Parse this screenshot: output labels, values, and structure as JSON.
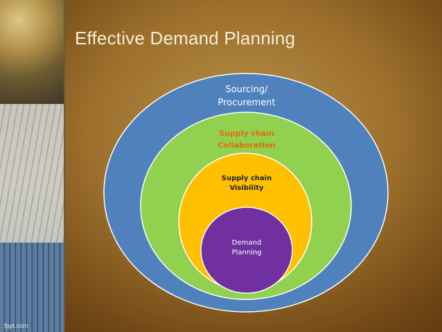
{
  "title": "Effective Demand Planning",
  "watermark": "fppt.com",
  "rings": [
    {
      "lines": [
        "Sourcing/",
        "Procurement"
      ],
      "fill": "#4f81bd",
      "text_color": "#ffffff",
      "weight": "normal"
    },
    {
      "lines": [
        "Supply chain",
        "Collaboration"
      ],
      "fill": "#92d050",
      "text_color": "#e36c0a",
      "weight": "bold"
    },
    {
      "lines": [
        "Supply chain",
        "Visibility"
      ],
      "fill": "#ffc000",
      "text_color": "#1f1f1f",
      "weight": "bold"
    },
    {
      "lines": [
        "Demand",
        "Planning"
      ],
      "fill": "#7030a0",
      "text_color": "#ffffff",
      "weight": "normal"
    }
  ]
}
